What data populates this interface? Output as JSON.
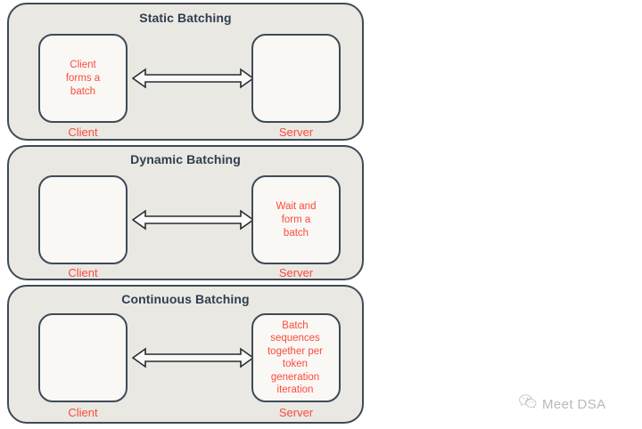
{
  "figure": {
    "background_color": "#ffffff",
    "panel_fill": "#eae8e3",
    "node_fill": "#faf8f5",
    "border_color": "#3e4a57",
    "title_color": "#2f3e4d",
    "accent_color": "#fa4b3c"
  },
  "panels": [
    {
      "title": "Static Batching",
      "client": {
        "text": "Client\nforms a\nbatch",
        "caption": "Client"
      },
      "server": {
        "text": "",
        "caption": "Server"
      },
      "connector": "double-headed-arrow"
    },
    {
      "title": "Dynamic Batching",
      "client": {
        "text": "",
        "caption": "Client"
      },
      "server": {
        "text": "Wait and\nform a\nbatch",
        "caption": "Server"
      },
      "connector": "double-headed-arrow"
    },
    {
      "title": "Continuous Batching",
      "client": {
        "text": "",
        "caption": "Client"
      },
      "server": {
        "text": "Batch\nsequences\ntogether per\ntoken\ngeneration\niteration",
        "caption": "Server"
      },
      "connector": "double-headed-arrow"
    }
  ],
  "watermark": {
    "icon": "wechat-icon",
    "label": "Meet DSA",
    "color": "#b9b9b9"
  }
}
